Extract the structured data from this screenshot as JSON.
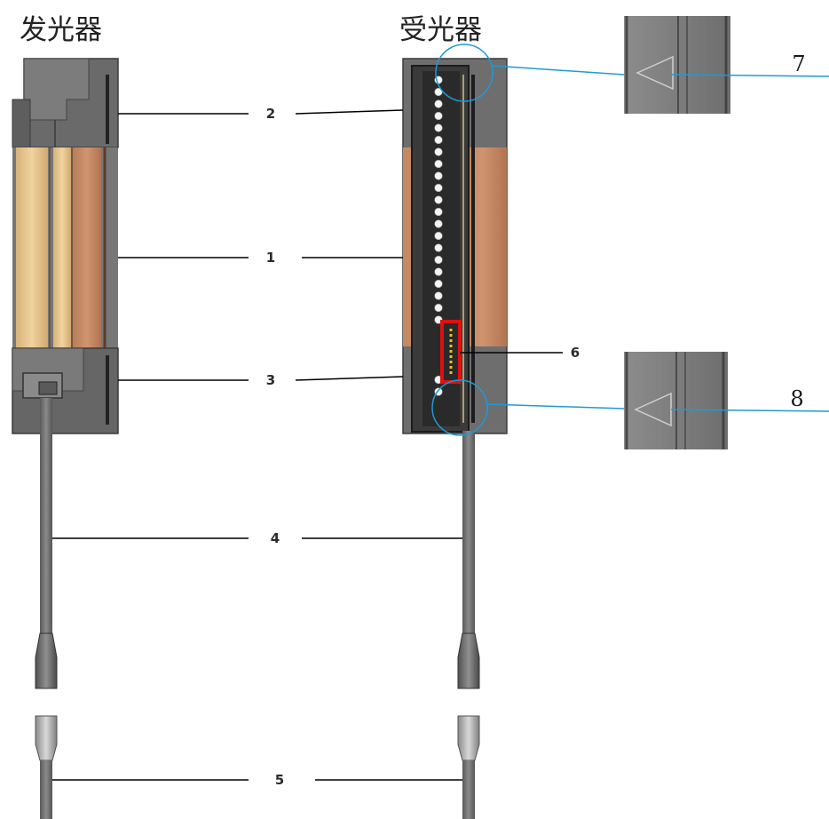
{
  "titles": {
    "emitter": "发光器",
    "receiver": "受光器"
  },
  "callouts": [
    "1",
    "2",
    "3",
    "4",
    "5",
    "6",
    "7",
    "8"
  ],
  "colors": {
    "housing_dark": "#555555",
    "housing_mid": "#707070",
    "window_copper": "#c78a63",
    "window_gold": "#e3c38b",
    "receiver_panel": "#2e2e2e",
    "indicator_red": "#e01010",
    "leader_black": "#000000",
    "leader_blue": "#1f9ad6"
  }
}
